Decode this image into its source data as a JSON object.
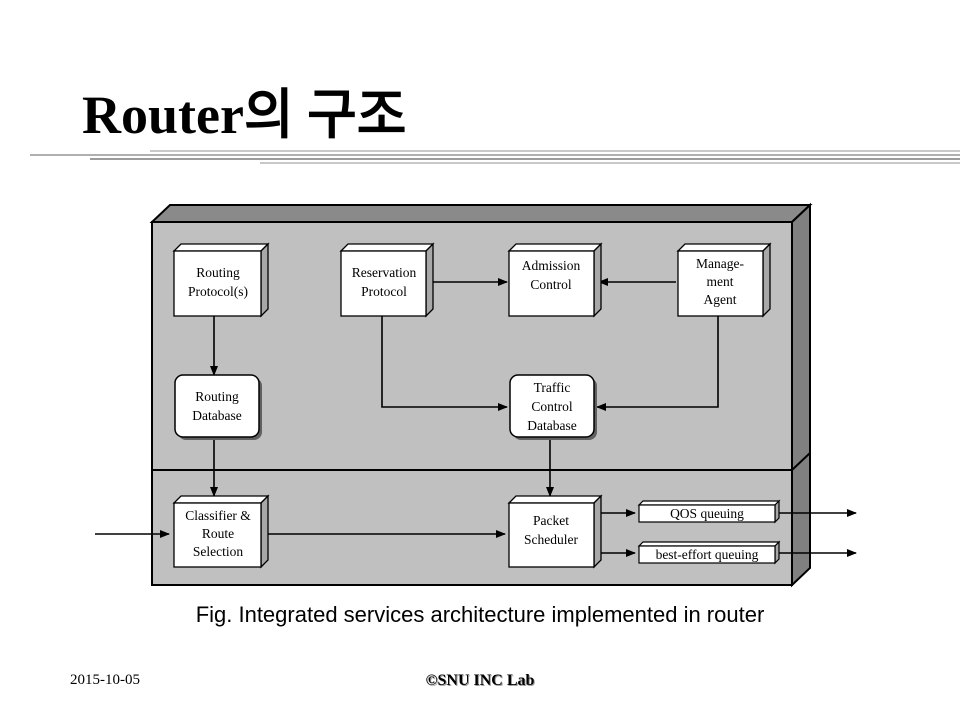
{
  "slide": {
    "title": "Router의 구조",
    "caption": "Fig. Integrated services architecture implemented in router",
    "footer_date": "2015-10-05",
    "footer_lab": "©SNU INC Lab"
  },
  "diagram": {
    "nodes": {
      "routing_protocol": [
        "Routing",
        "Protocol(s)"
      ],
      "reservation_protocol": [
        "Reservation",
        "Protocol"
      ],
      "admission_control": [
        "Admission",
        "Control"
      ],
      "management_agent": [
        "Manage-",
        "ment",
        "Agent"
      ],
      "routing_database": [
        "Routing",
        "Database"
      ],
      "traffic_control_database": [
        "Traffic",
        "Control",
        "Database"
      ],
      "classifier": [
        "Classifier &",
        "Route",
        "Selection"
      ],
      "packet_scheduler": [
        "Packet",
        "Scheduler"
      ],
      "qos_queuing": [
        "QOS queuing"
      ],
      "best_effort_queuing": [
        "best-effort queuing"
      ]
    }
  },
  "colors": {
    "panel_fill": "#c0c0c0",
    "panel_top": "#8a8a8a",
    "panel_side": "#808080",
    "box_fill": "#ffffff",
    "box_side": "#a8a8a8",
    "stroke": "#000000"
  }
}
